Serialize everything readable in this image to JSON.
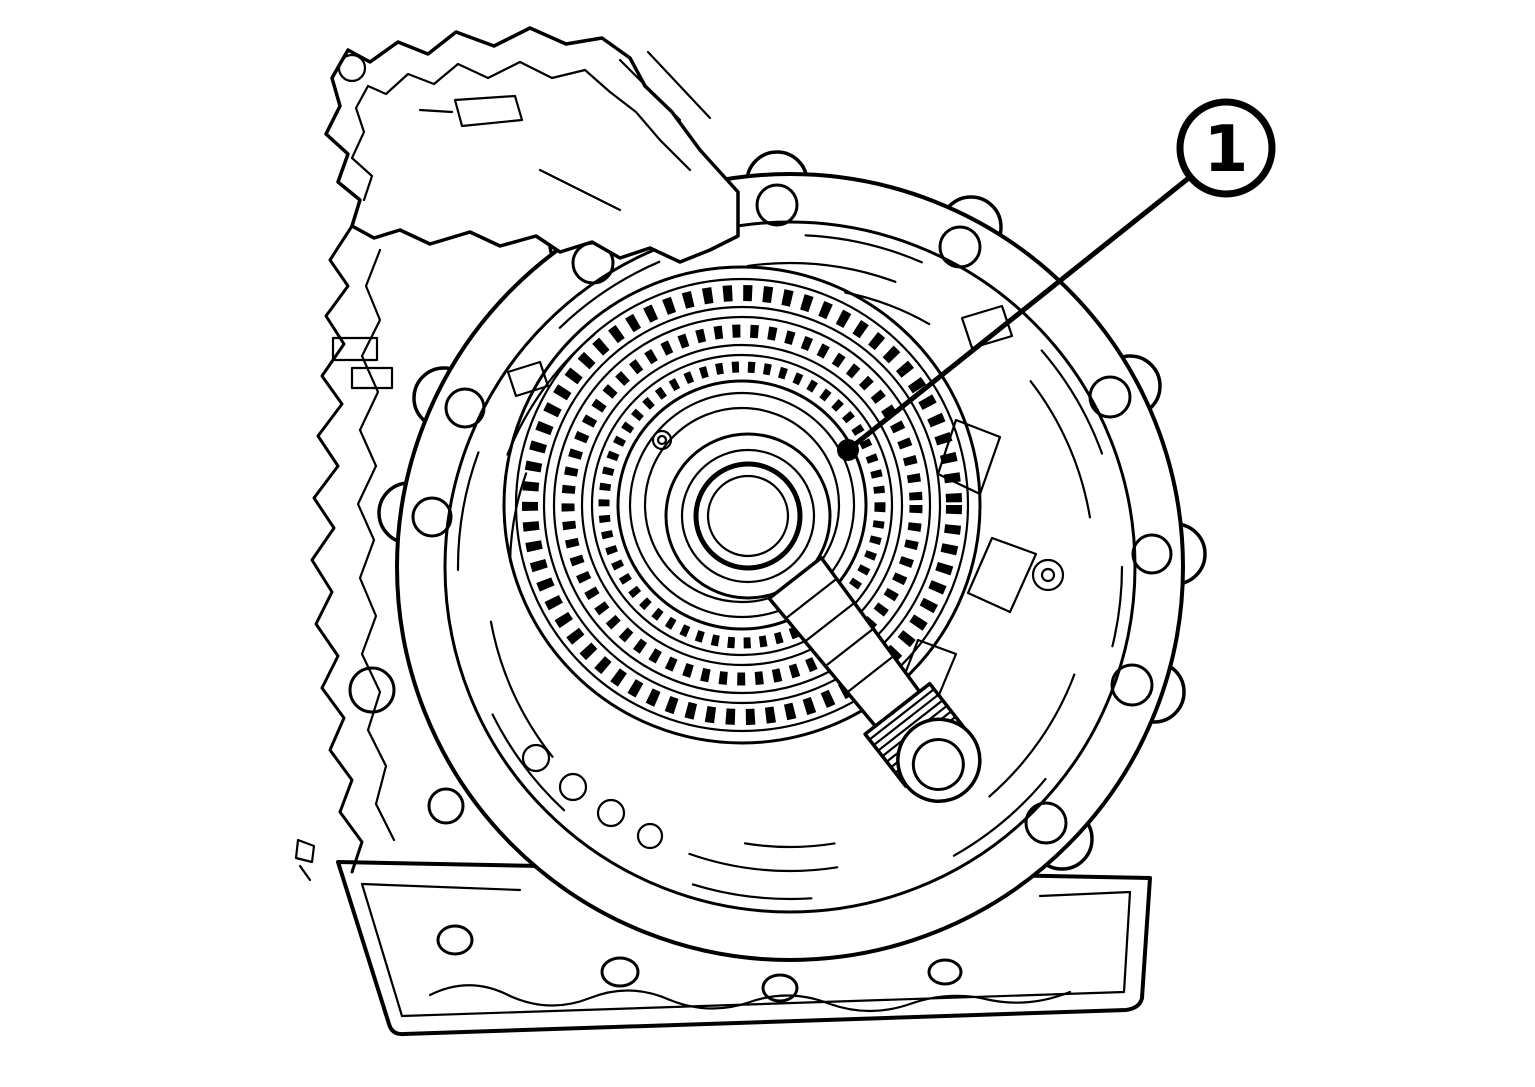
{
  "figure": {
    "kind": "technical-line-drawing",
    "subject": "transmission-housing-with-output-shaft",
    "callout": {
      "label": "1"
    },
    "colors": {
      "line": "#000000",
      "background": "#ffffff"
    }
  }
}
